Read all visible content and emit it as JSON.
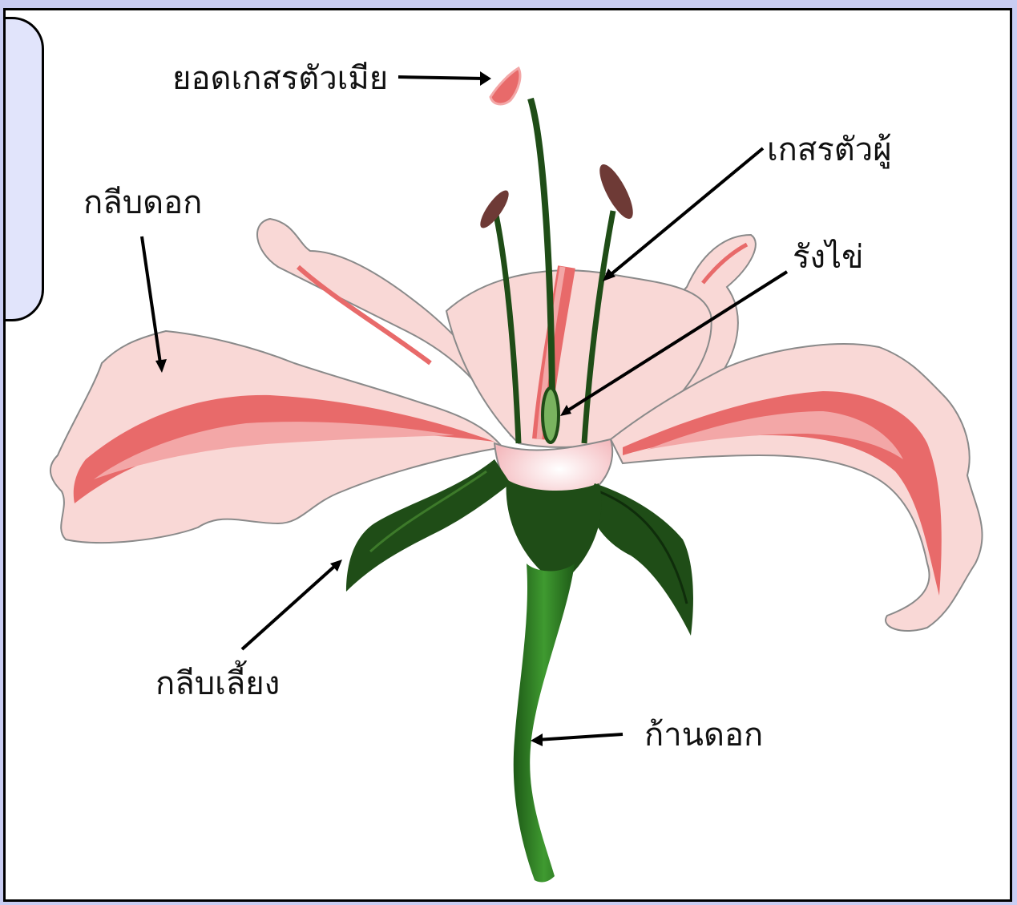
{
  "diagram": {
    "labels": {
      "stigma": "ยอดเกสรตัวเมีย",
      "stamen": "เกสรตัวผู้",
      "petal": "กลีบดอก",
      "ovary": "รังไข่",
      "sepal": "กลีบเลี้ยง",
      "peduncle": "ก้านดอก"
    },
    "colors": {
      "background": "#c9cdf2",
      "petal": "#f9d8d6",
      "petal_stripe": "#e86a6a",
      "leaf": "#1f4d17",
      "stem": "#2f7a25",
      "anther": "#6e3a36",
      "ovary": "#79b35f"
    }
  }
}
